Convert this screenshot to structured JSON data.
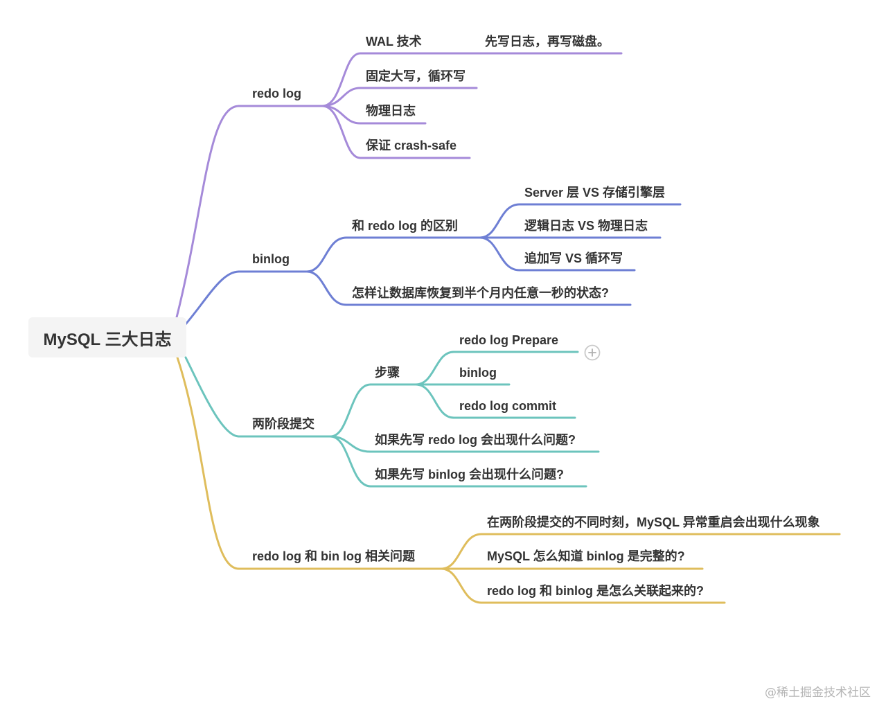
{
  "colors": {
    "purple": "#a58ad9",
    "indigo": "#6e7fd4",
    "teal": "#6cc4bd",
    "gold": "#dfbd5c",
    "text": "#333333",
    "root_bg": "#f4f4f4"
  },
  "root": {
    "label": "MySQL 三大日志"
  },
  "branches": {
    "redo": {
      "label": "redo log",
      "items": {
        "wal": {
          "label": "WAL 技术",
          "note": "先写日志，再写磁盘。"
        },
        "fixed": {
          "label": "固定大写，循环写"
        },
        "physical": {
          "label": "物理日志"
        },
        "crash": {
          "label": "保证 crash-safe"
        }
      }
    },
    "binlog": {
      "label": "binlog",
      "diff": {
        "label": "和 redo log 的区别",
        "items": [
          "Server 层 VS 存储引擎层",
          "逻辑日志 VS 物理日志",
          "追加写 VS 循环写"
        ]
      },
      "recover": {
        "label": "怎样让数据库恢复到半个月内任意一秒的状态?"
      }
    },
    "twophase": {
      "label": "两阶段提交",
      "steps": {
        "label": "步骤",
        "items": [
          "redo log Prepare",
          "binlog",
          "redo log commit"
        ]
      },
      "q1": {
        "label": "如果先写 redo log 会出现什么问题?"
      },
      "q2": {
        "label": "如果先写 binlog 会出现什么问题?"
      }
    },
    "related": {
      "label": "redo log 和 bin log 相关问题",
      "items": [
        "在两阶段提交的不同时刻，MySQL 异常重启会出现什么现象",
        "MySQL 怎么知道 binlog 是完整的?",
        "redo log 和 binlog 是怎么关联起来的?"
      ]
    }
  },
  "watermark": "@稀土掘金技术社区"
}
